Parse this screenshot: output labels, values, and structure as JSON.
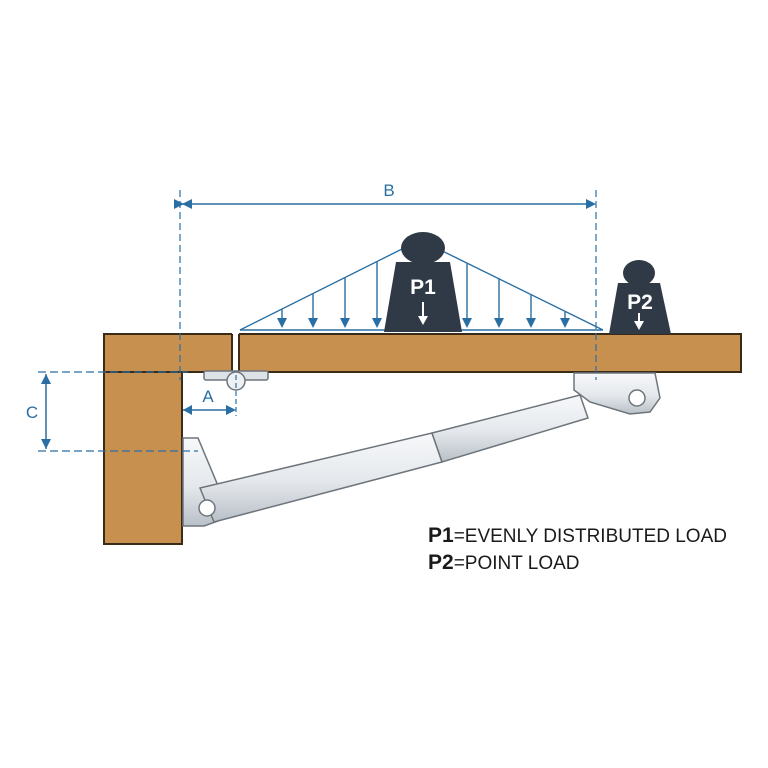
{
  "dimensions": {
    "a": "A",
    "b": "B",
    "c": "C"
  },
  "weights": {
    "p1": "P1",
    "p2": "P2"
  },
  "legend": [
    {
      "key": "P1",
      "text": "=EVENLY DISTRIBUTED LOAD"
    },
    {
      "key": "P2",
      "text": "=POINT LOAD"
    }
  ],
  "colors": {
    "wood": "#c8904f",
    "wood_edge": "#3a2a18",
    "dimension": "#2a6fa3",
    "weight": "#2f3a46",
    "strut": "#e7ebef"
  }
}
